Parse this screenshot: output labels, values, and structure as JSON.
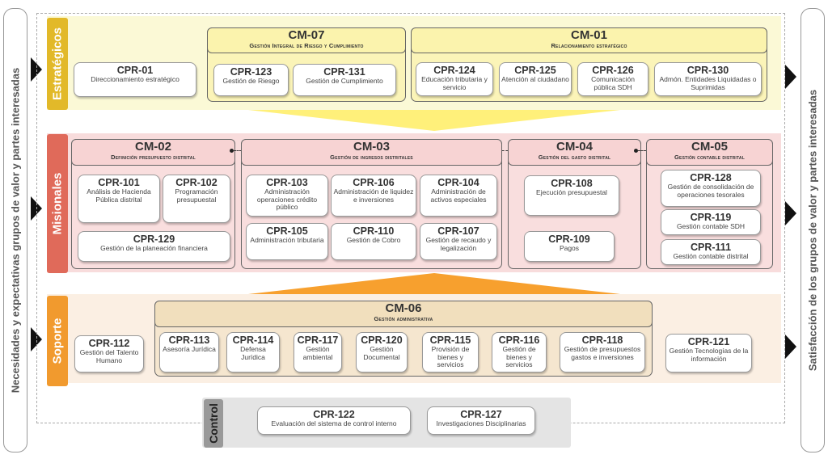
{
  "sides": {
    "left": "Necesidades y expectativas grupos de valor y partes interesadas",
    "right": "Satisfacción de los grupos de valor y partes interesadas"
  },
  "levels": {
    "estrategicos": "Estratégicos",
    "misionales": "Misionales",
    "soporte": "Soporte",
    "control": "Control"
  },
  "groups": {
    "cm07": {
      "code": "CM-07",
      "name": "Gestión Integral de Riesgo y Cumplimiento"
    },
    "cm01": {
      "code": "CM-01",
      "name": "Relacionamiento estratégico"
    },
    "cm02": {
      "code": "CM-02",
      "name": "Definición presupuesto distrital"
    },
    "cm03": {
      "code": "CM-03",
      "name": "Gestión de ingresos distritales"
    },
    "cm04": {
      "code": "CM-04",
      "name": "Gestión del gasto distrital"
    },
    "cm05": {
      "code": "CM-05",
      "name": "Gestión contable distrital"
    },
    "cm06": {
      "code": "CM-06",
      "name": "Gestión administrativa"
    }
  },
  "processes": {
    "cpr01": {
      "code": "CPR-01",
      "name": "Direccionamiento estratégico"
    },
    "cpr123": {
      "code": "CPR-123",
      "name": "Gestión de Riesgo"
    },
    "cpr131": {
      "code": "CPR-131",
      "name": "Gestión de Cumplimiento"
    },
    "cpr124": {
      "code": "CPR-124",
      "name": "Educación tributaria y servicio"
    },
    "cpr125": {
      "code": "CPR-125",
      "name": "Atención al ciudadano"
    },
    "cpr126": {
      "code": "CPR-126",
      "name": "Comunicación pública SDH"
    },
    "cpr130": {
      "code": "CPR-130",
      "name": "Admón. Entidades Liquidadas o Suprimidas"
    },
    "cpr101": {
      "code": "CPR-101",
      "name": "Análisis de Hacienda Pública distrital"
    },
    "cpr102": {
      "code": "CPR-102",
      "name": "Programación presupuestal"
    },
    "cpr129": {
      "code": "CPR-129",
      "name": "Gestión de la planeación financiera"
    },
    "cpr103": {
      "code": "CPR-103",
      "name": "Administración operaciones crédito público"
    },
    "cpr106": {
      "code": "CPR-106",
      "name": "Administración de liquidez e inversiones"
    },
    "cpr104": {
      "code": "CPR-104",
      "name": "Administración de activos especiales"
    },
    "cpr105": {
      "code": "CPR-105",
      "name": "Administración tributaria"
    },
    "cpr110": {
      "code": "CPR-110",
      "name": "Gestión de Cobro"
    },
    "cpr107": {
      "code": "CPR-107",
      "name": "Gestión de recaudo y legalización"
    },
    "cpr108": {
      "code": "CPR-108",
      "name": "Ejecución presupuestal"
    },
    "cpr109": {
      "code": "CPR-109",
      "name": "Pagos"
    },
    "cpr128": {
      "code": "CPR-128",
      "name": "Gestión de consolidación de operaciones tesorales"
    },
    "cpr119": {
      "code": "CPR-119",
      "name": "Gestión contable SDH"
    },
    "cpr111": {
      "code": "CPR-111",
      "name": "Gestión contable distrital"
    },
    "cpr112": {
      "code": "CPR-112",
      "name": "Gestión del Talento Humano"
    },
    "cpr113": {
      "code": "CPR-113",
      "name": "Asesoría Jurídica"
    },
    "cpr114": {
      "code": "CPR-114",
      "name": "Defensa Jurídica"
    },
    "cpr117": {
      "code": "CPR-117",
      "name": "Gestión ambiental"
    },
    "cpr120": {
      "code": "CPR-120",
      "name": "Gestión Documental"
    },
    "cpr115": {
      "code": "CPR-115",
      "name": "Provisión de bienes y servicios"
    },
    "cpr116": {
      "code": "CPR-116",
      "name": "Gestión de bienes y servicios"
    },
    "cpr118": {
      "code": "CPR-118",
      "name": "Gestión de presupuestos gastos e inversiones"
    },
    "cpr121": {
      "code": "CPR-121",
      "name": "Gestión Tecnologías de la información"
    },
    "cpr122": {
      "code": "CPR-122",
      "name": "Evaluación del sistema de control interno"
    },
    "cpr127": {
      "code": "CPR-127",
      "name": "Investigaciones Disciplinarias"
    }
  },
  "colors": {
    "estrategicos": "#e2b929",
    "misionales": "#e06a5a",
    "soporte": "#f19a2e",
    "control": "#999999"
  }
}
